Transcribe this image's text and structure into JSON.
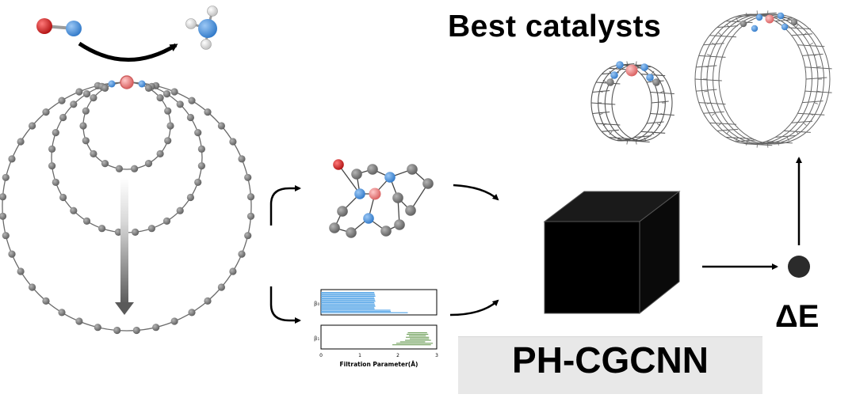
{
  "title": "Best catalysts",
  "model_name": "PH-CGCNN",
  "output_label": "ΔE",
  "barcode": {
    "row1_label": "β₀",
    "row2_label": "β₁",
    "xlabel": "Filtration Parameter(Å)",
    "ticks": [
      "0",
      "1",
      "2",
      "3"
    ],
    "colors": {
      "row1": "#5aa8e8",
      "row2": "#6fa05a"
    }
  },
  "colors": {
    "carbon": "#7a7a7a",
    "nitrogen": "#4a90e2",
    "metal": "#f08080",
    "oxygen": "#d42020",
    "hydrogen": "#e8e8e8",
    "cube": "#000000"
  }
}
